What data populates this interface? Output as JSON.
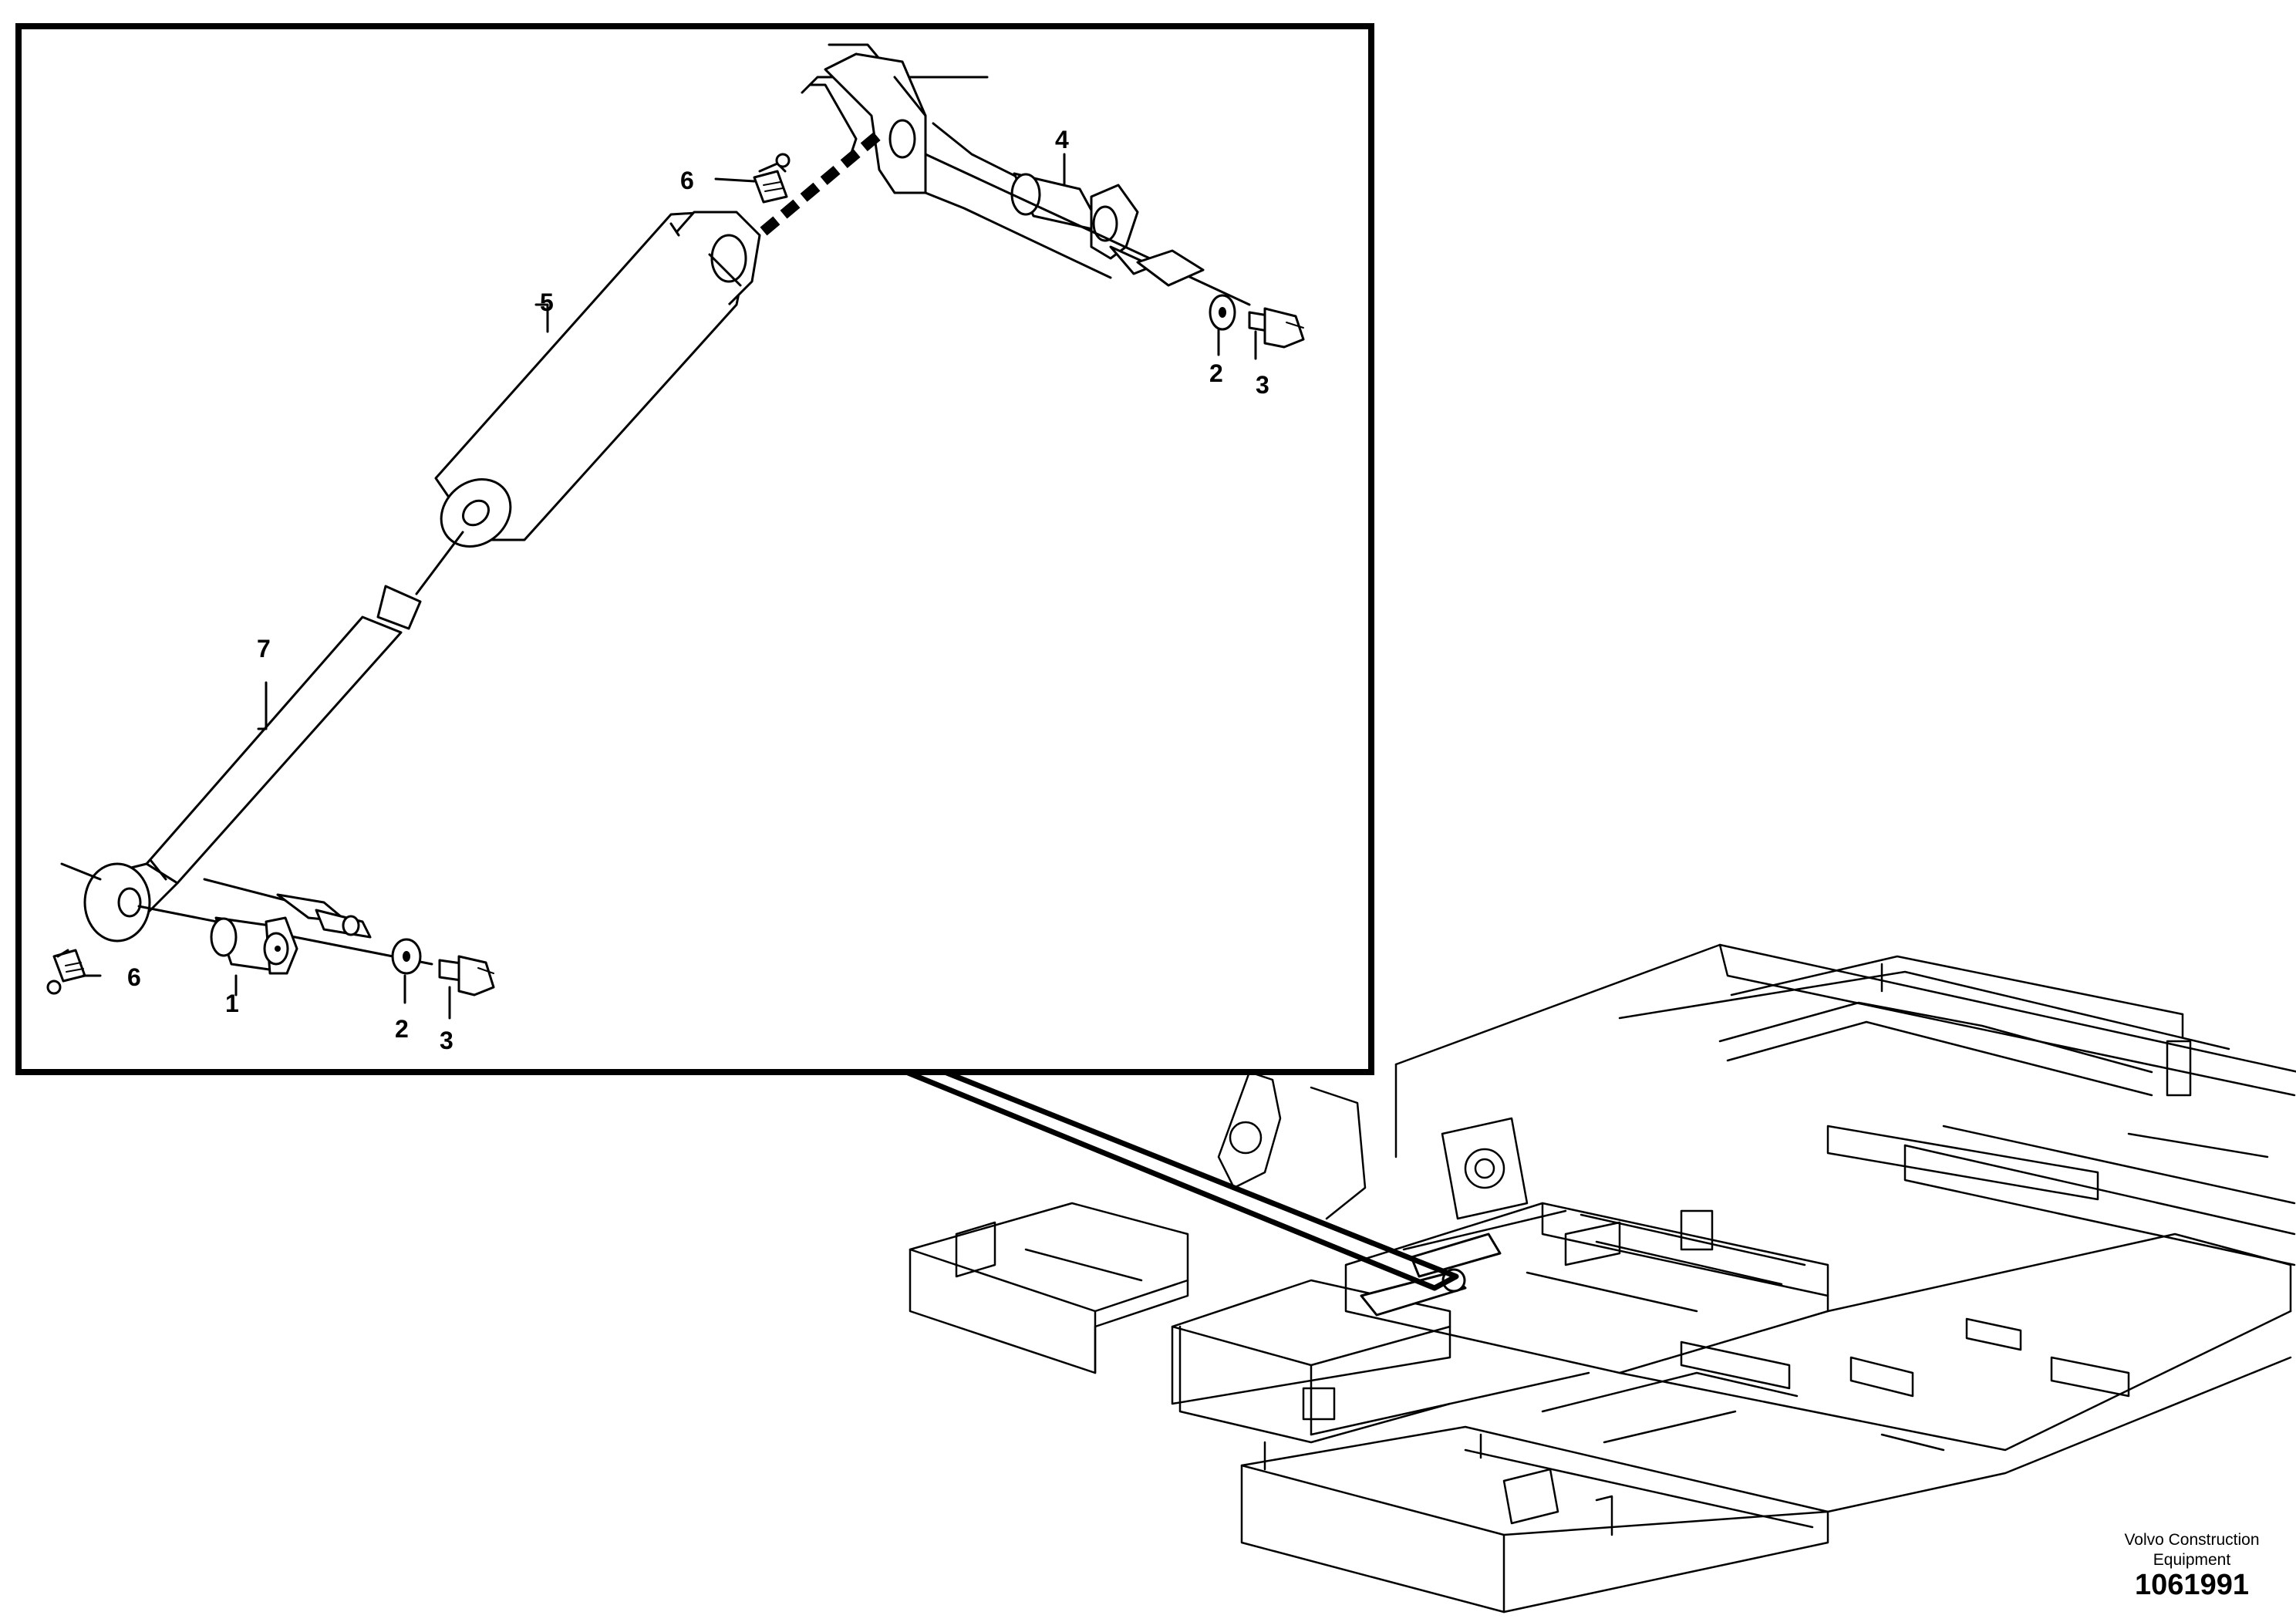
{
  "callouts": {
    "c1": "1",
    "c2_lower": "2",
    "c3_lower": "3",
    "c2_upper": "2",
    "c3_upper": "3",
    "c4": "4",
    "c5": "5",
    "c6_upper": "6",
    "c6_lower": "6",
    "c7": "7"
  },
  "footer": {
    "brand_line1": "Volvo Construction",
    "brand_line2": "Equipment",
    "diagram_number": "1061991"
  }
}
